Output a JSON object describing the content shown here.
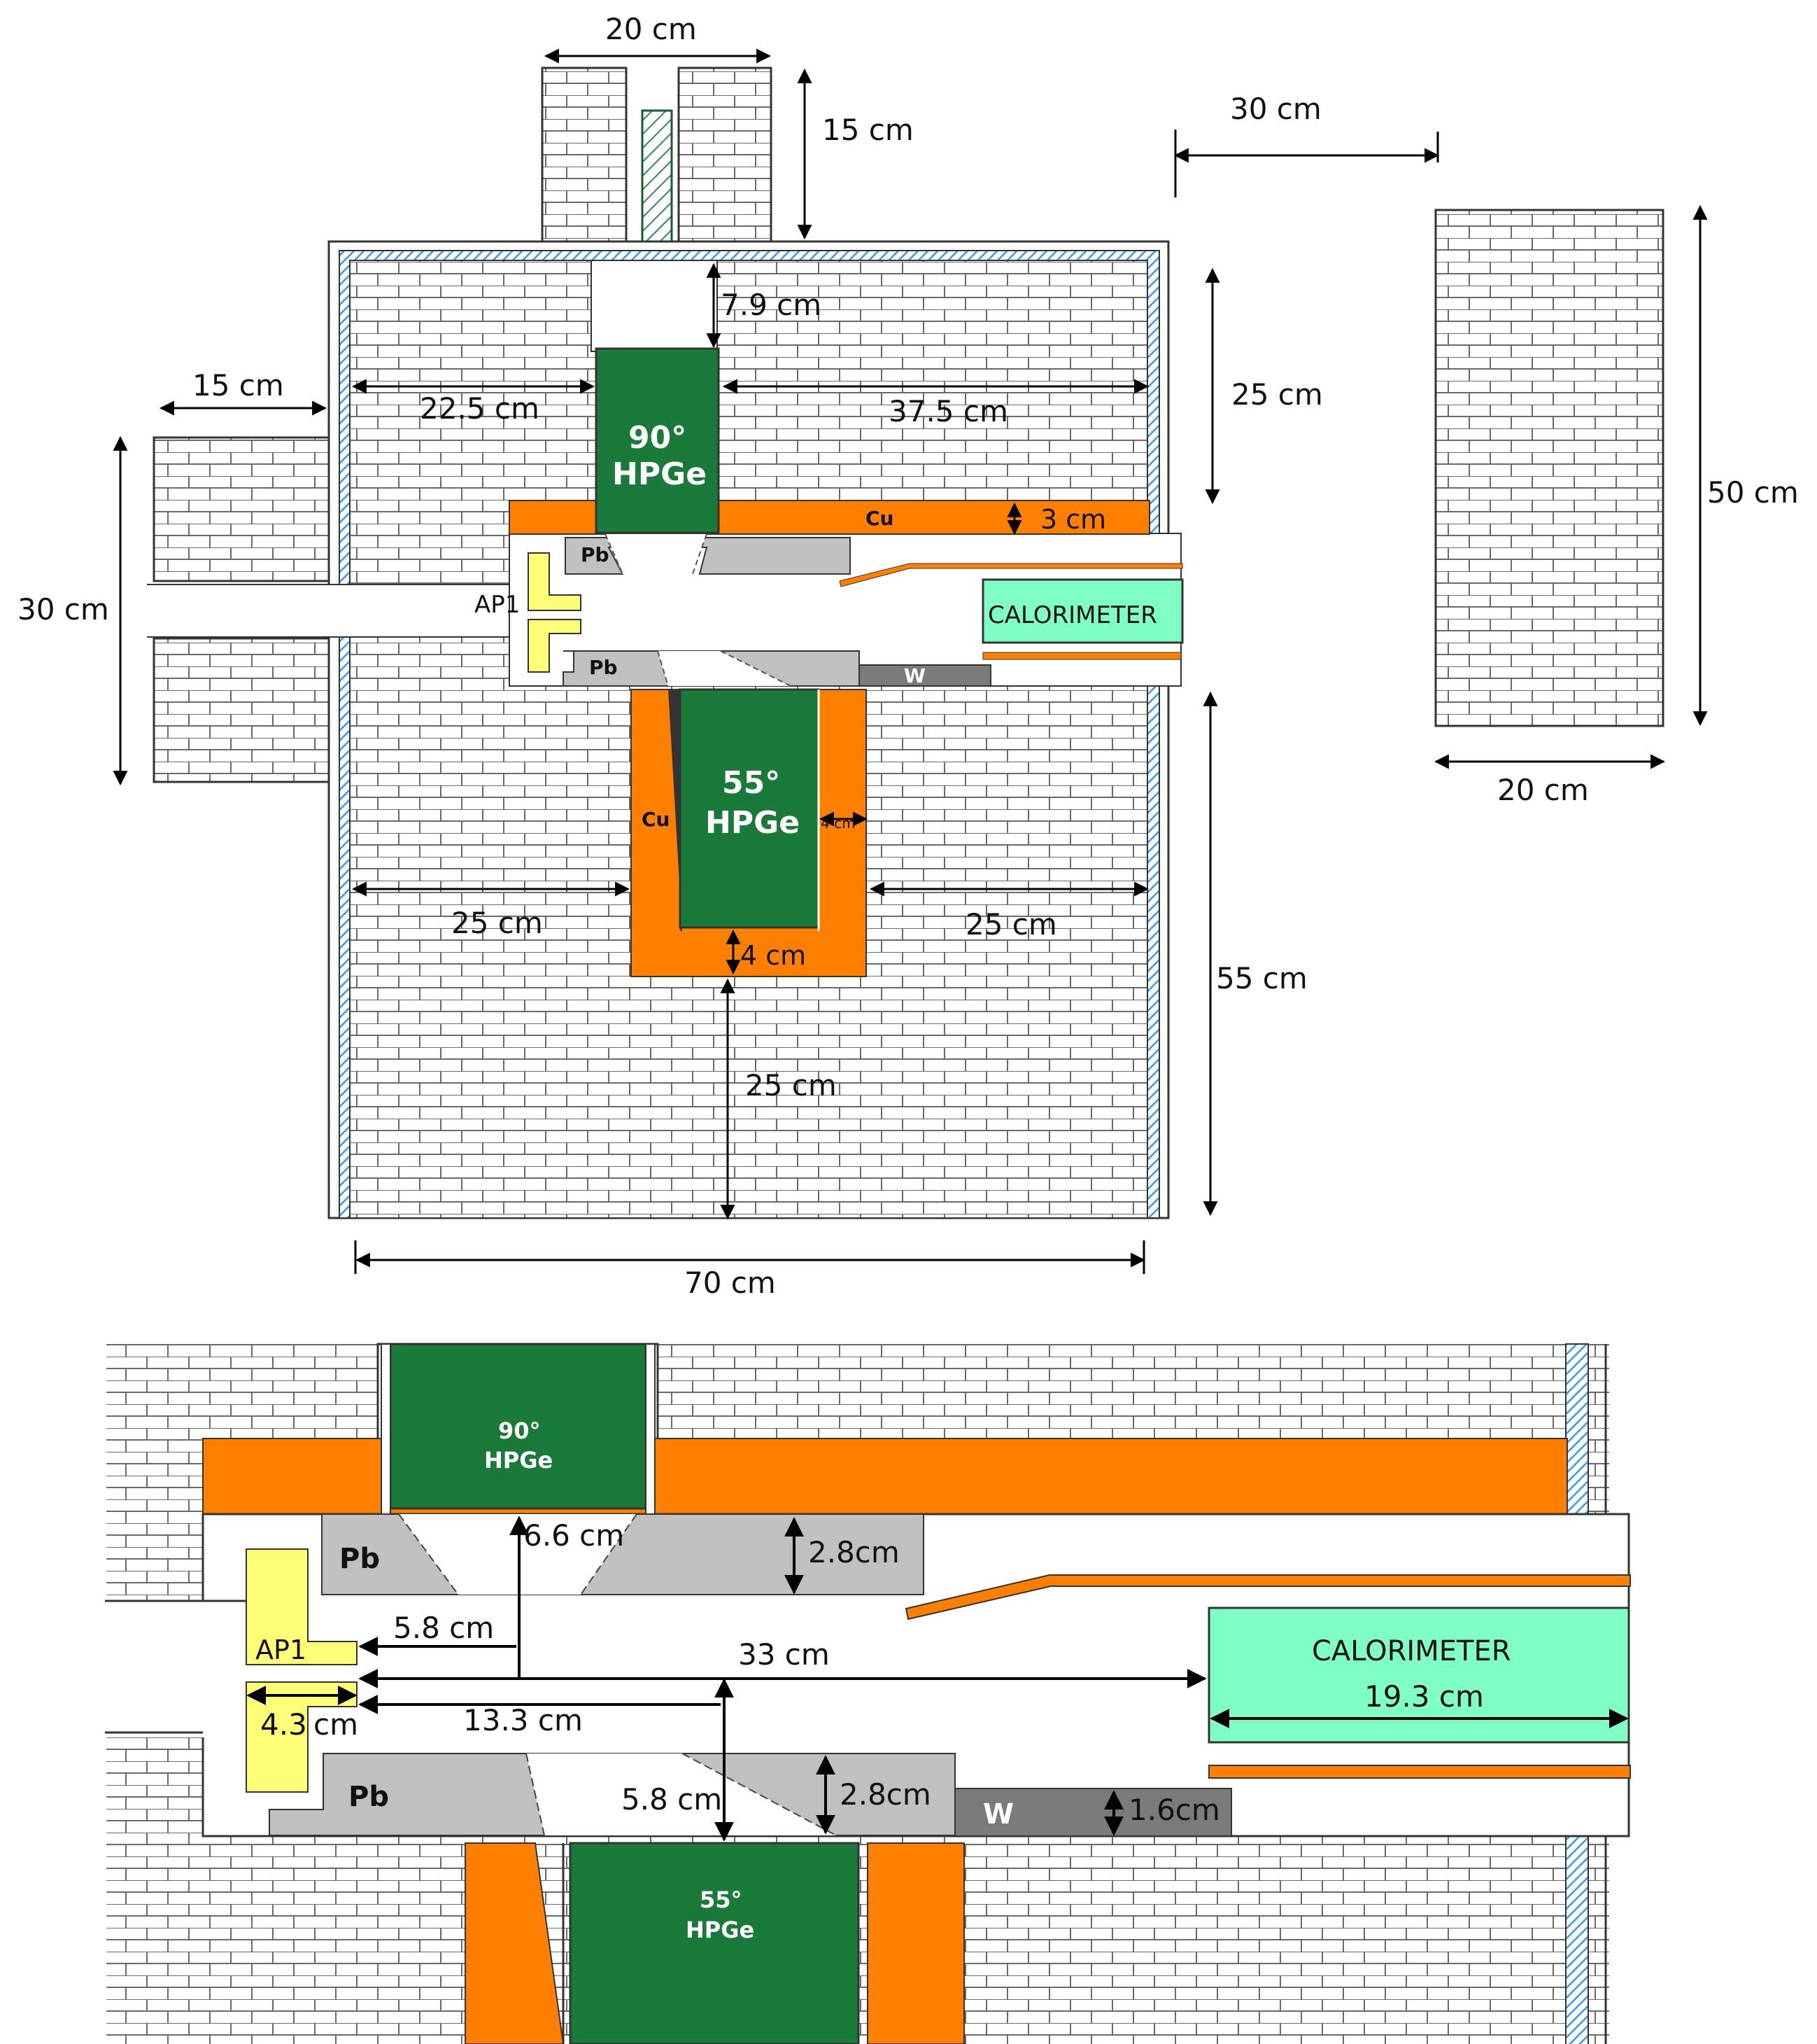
{
  "top_view": {
    "labels": {
      "dim_20cm_top": "20 cm",
      "dim_15cm_top": "15 cm",
      "dim_7_9cm": "7.9 cm",
      "dim_22_5cm": "22.5 cm",
      "dim_37_5cm": "37.5 cm",
      "dim_25cm_right_upper": "25 cm",
      "dim_15cm_left": "15 cm",
      "dim_30cm_left": "30 cm",
      "dim_3cm": "3 cm",
      "dim_4cm_side": "4 cm",
      "dim_25cm_left_lower": "25 cm",
      "dim_25cm_right_lower": "25 cm",
      "dim_4cm_bottom": "4 cm",
      "dim_25cm_bottom": "25 cm",
      "dim_55cm": "55 cm",
      "dim_70cm": "70 cm",
      "dim_30cm_gap": "30 cm",
      "dim_50cm": "50 cm",
      "dim_20cm_block": "20 cm"
    },
    "materials": {
      "cu_top": "Cu",
      "cu_side": "Cu",
      "pb_top": "Pb",
      "pb_bottom": "Pb",
      "w": "W",
      "ap1": "AP1",
      "calorimeter": "CALORIMETER"
    },
    "detectors": {
      "hpge90_line1": "90°",
      "hpge90_line2": "HPGe",
      "hpge55_line1": "55°",
      "hpge55_line2": "HPGe"
    }
  },
  "detail_view": {
    "labels": {
      "dim_6_6cm": "6.6 cm",
      "dim_2_8cm_top": "2.8cm",
      "dim_5_8cm_left": "5.8 cm",
      "dim_33cm": "33 cm",
      "dim_19_3cm": "19.3 cm",
      "dim_4_3": "4.3",
      "dim_4_3_unit": "cm",
      "dim_13_3cm": "13.3 cm",
      "dim_5_8cm_center": "5.8 cm",
      "dim_2_8cm_bottom": "2.8cm",
      "dim_1_6cm": "1.6cm"
    },
    "materials": {
      "pb_top": "Pb",
      "pb_bottom": "Pb",
      "w": "W",
      "ap1": "AP1",
      "calorimeter": "CALORIMETER"
    },
    "detectors": {
      "hpge90_line1": "90°",
      "hpge90_line2": "HPGe",
      "hpge55_line1": "55°",
      "hpge55_line2": "HPGe"
    }
  },
  "colors": {
    "copper": "#ff8000",
    "hpge": "#1a7a3a",
    "lead": "#c0c0c0",
    "tungsten": "#7a7a7a",
    "aperture": "#ffff77",
    "calorimeter": "#7fffc4",
    "liner": "#4da6ff",
    "brick_line": "#555555"
  }
}
